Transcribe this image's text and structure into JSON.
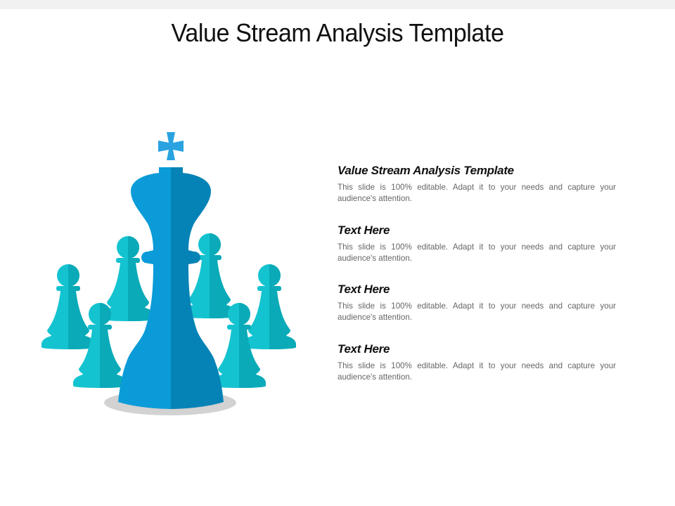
{
  "slide": {
    "title": "Value Stream Analysis Template",
    "colors": {
      "king_light": "#0a9bd8",
      "king_dark": "#0683b6",
      "cross": "#2aa3e0",
      "pawn_light": "#14c3d0",
      "pawn_dark": "#0aaab8",
      "shadow": "#d2d2d2"
    },
    "illustration": {
      "description": "Chess king surrounded by six pawns",
      "pieces": [
        "king",
        "pawn",
        "pawn",
        "pawn",
        "pawn",
        "pawn",
        "pawn"
      ]
    },
    "blocks": [
      {
        "heading": "Value Stream Analysis Template",
        "body": "This slide is 100% editable. Adapt it to your needs and capture your audience's attention."
      },
      {
        "heading": "Text Here",
        "body": "This slide is 100% editable. Adapt it to your needs and capture your audience's attention."
      },
      {
        "heading": "Text Here",
        "body": "This slide is 100% editable. Adapt it to your needs and capture your audience's attention."
      },
      {
        "heading": "Text Here",
        "body": "This slide is 100% editable. Adapt it to your needs and capture your audience's attention."
      }
    ]
  }
}
